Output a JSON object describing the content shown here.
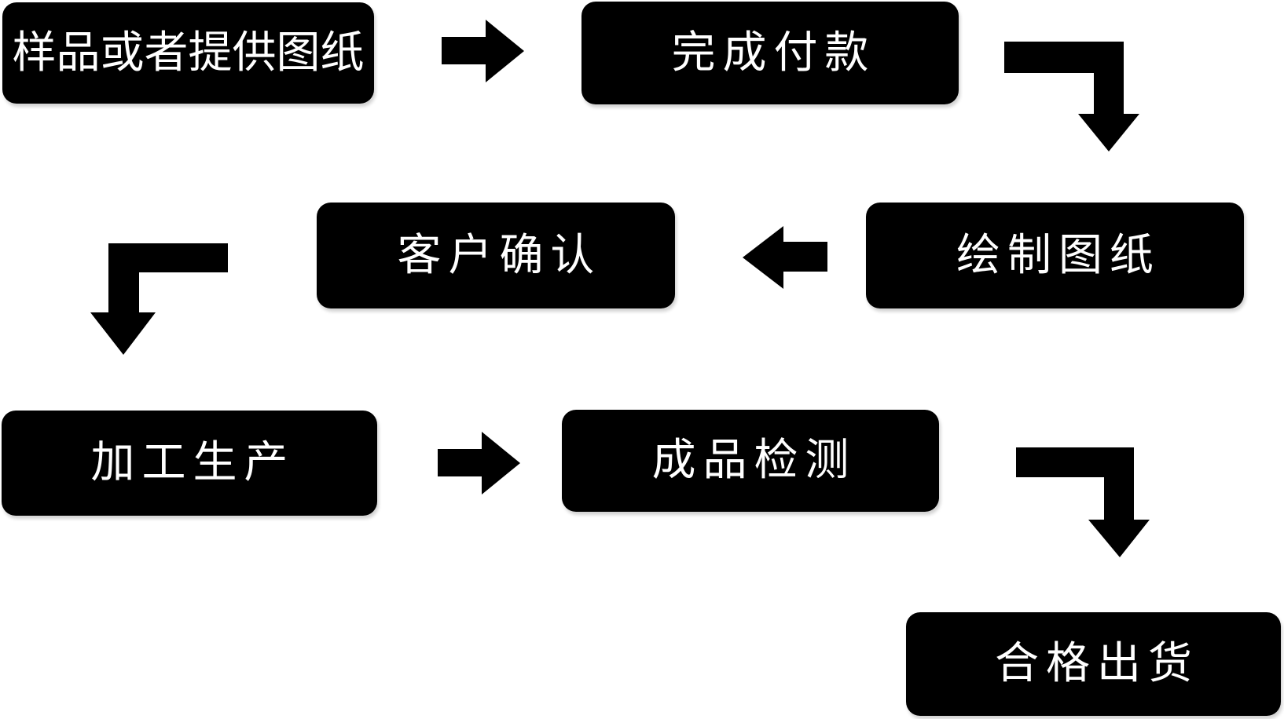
{
  "diagram": {
    "type": "flowchart",
    "colors": {
      "background": "#ffffff",
      "node_fill": "#000000",
      "node_text": "#ffffff",
      "arrow": "#000000"
    },
    "nodes": [
      {
        "id": "sample-or-provide-drawing",
        "label": "样品或者提供图纸"
      },
      {
        "id": "complete-payment",
        "label": "完成付款"
      },
      {
        "id": "draw-drawings",
        "label": "绘制图纸"
      },
      {
        "id": "customer-confirmation",
        "label": "客户确认"
      },
      {
        "id": "processing-production",
        "label": "加工生产"
      },
      {
        "id": "finished-product-inspection",
        "label": "成品检测"
      },
      {
        "id": "qualified-shipment",
        "label": "合格出货"
      }
    ],
    "connectors": [
      {
        "from": "样品或者提供图纸",
        "to": "完成付款",
        "shape": "straight-arrow-right"
      },
      {
        "from": "完成付款",
        "to": "绘制图纸",
        "shape": "elbow-arrow-down"
      },
      {
        "from": "绘制图纸",
        "to": "客户确认",
        "shape": "straight-arrow-left"
      },
      {
        "from": "客户确认",
        "to": "加工生产",
        "shape": "elbow-arrow-down"
      },
      {
        "from": "加工生产",
        "to": "成品检测",
        "shape": "straight-arrow-right"
      },
      {
        "from": "成品检测",
        "to": "合格出货",
        "shape": "elbow-arrow-down"
      }
    ]
  }
}
